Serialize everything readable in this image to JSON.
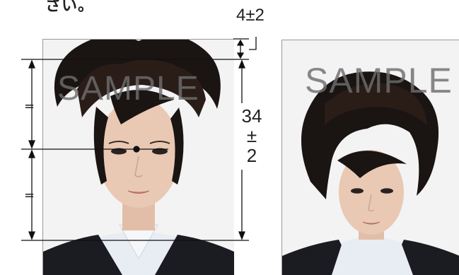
{
  "instruction_tail": "さい。",
  "tolerance_top": "4±2",
  "dimension_height": {
    "value": "34",
    "pm": "±",
    "tol": "2"
  },
  "equal_marks": {
    "upper": "=",
    "lower": "="
  },
  "watermarks": {
    "left": "SAMPLE",
    "right": "SAMPLE"
  },
  "colors": {
    "line": "#111111",
    "hair": "#1a1412",
    "skin": "#e9c9b4",
    "jacket": "#1b1b22",
    "shirt": "#e8edf3"
  }
}
